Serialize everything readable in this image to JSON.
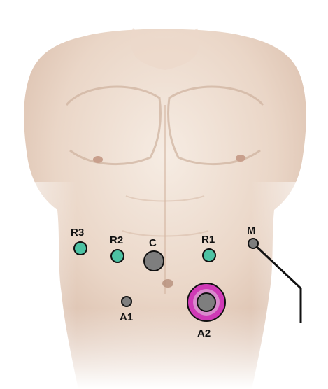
{
  "diagram": {
    "colors": {
      "skin_light": "#f4e8de",
      "skin_mid": "#e6d0c0",
      "skin_shadow": "#caa996",
      "teal_port": "#4cc2a3",
      "gray_port": "#7e7e7e",
      "magenta_ring": "#cf3ab6",
      "outline": "#111111"
    },
    "ports": [
      {
        "id": "r3",
        "label": "R3",
        "kind": "teal"
      },
      {
        "id": "r2",
        "label": "R2",
        "kind": "teal"
      },
      {
        "id": "c",
        "label": "C",
        "kind": "gray-large"
      },
      {
        "id": "r1",
        "label": "R1",
        "kind": "teal"
      },
      {
        "id": "m",
        "label": "M",
        "kind": "gray-small"
      },
      {
        "id": "a1",
        "label": "A1",
        "kind": "gray-small"
      },
      {
        "id": "a2",
        "label": "A2",
        "kind": "gray-ringed"
      }
    ]
  }
}
